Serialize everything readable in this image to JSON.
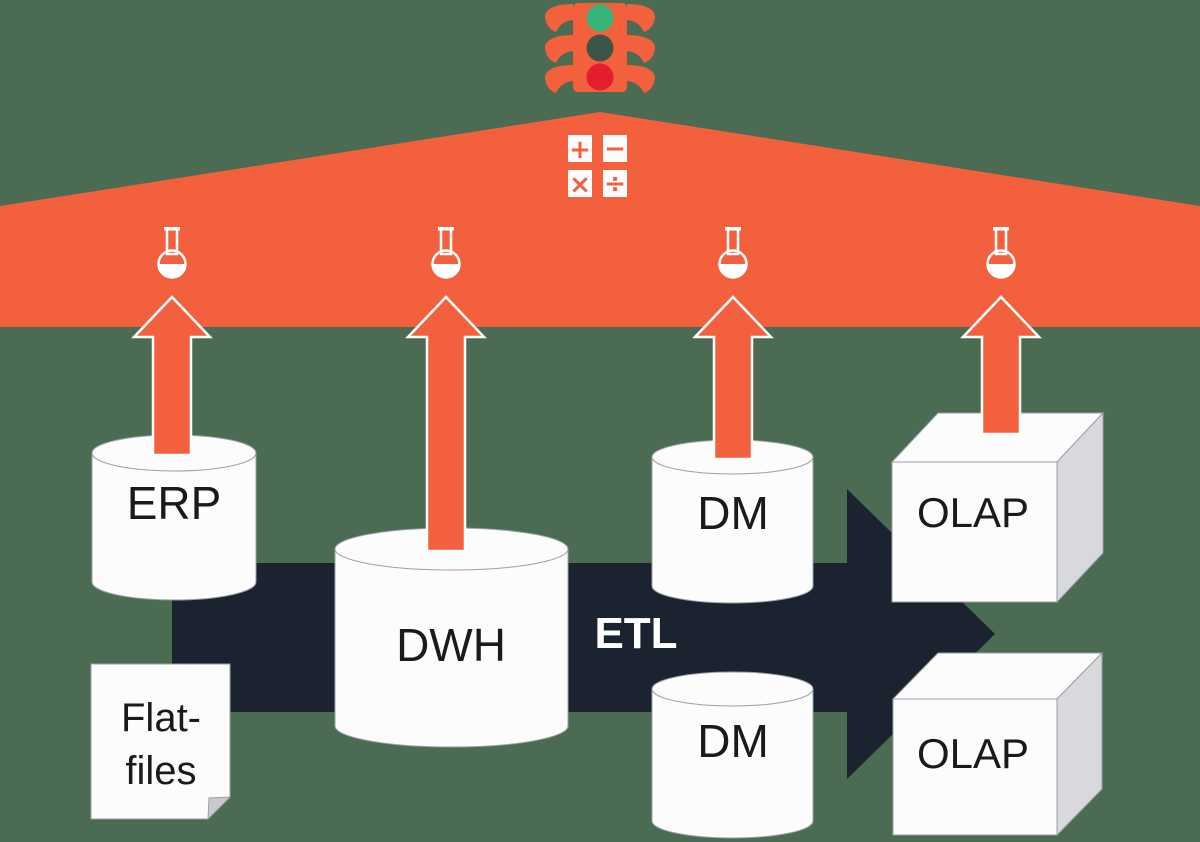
{
  "colors": {
    "background": "#4b6b53",
    "accent_orange": "#f2603e",
    "dark_navy": "#1b2330",
    "shape_white": "#fcfcfc",
    "cube_side_gray": "#d9d9dd",
    "note_fold_gray": "#c9c9cd",
    "light_green": "#36b376",
    "light_off": "#3c5547",
    "light_red": "#e51e2e",
    "label_text": "#1a1a1a",
    "etl_text": "#ffffff"
  },
  "labels": {
    "erp": "ERP",
    "dwh": "DWH",
    "dm_top": "DM",
    "dm_bottom": "DM",
    "olap_top": "OLAP",
    "olap_bottom": "OLAP",
    "etl": "ETL",
    "flat_files_line1": "Flat-",
    "flat_files_line2": "files"
  },
  "calculator": {
    "plus": "+",
    "minus": "−",
    "multiply": "×",
    "divide": "÷"
  }
}
